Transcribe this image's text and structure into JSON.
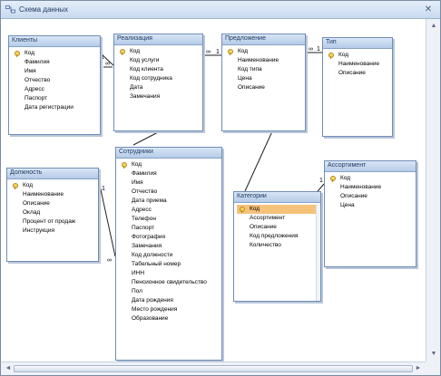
{
  "window": {
    "title": "Схема данных",
    "close_glyph": "✕"
  },
  "tables": [
    {
      "id": "clients",
      "title": "Клиенты",
      "fields": [
        {
          "name": "Код",
          "key": true
        },
        {
          "name": "Фамилия"
        },
        {
          "name": "Имя"
        },
        {
          "name": "Отчество"
        },
        {
          "name": "Адресс"
        },
        {
          "name": "Паспорт"
        },
        {
          "name": "Дата регистрации"
        }
      ]
    },
    {
      "id": "sales",
      "title": "Реализация",
      "fields": [
        {
          "name": "Код",
          "key": true
        },
        {
          "name": "Код услуги"
        },
        {
          "name": "Код клиента"
        },
        {
          "name": "Код сотрудника"
        },
        {
          "name": "Дата"
        },
        {
          "name": "Замечания"
        }
      ]
    },
    {
      "id": "offer",
      "title": "Предложение",
      "fields": [
        {
          "name": "Код",
          "key": true
        },
        {
          "name": "Наименование"
        },
        {
          "name": "Код типа"
        },
        {
          "name": "Цена"
        },
        {
          "name": "Описание"
        }
      ]
    },
    {
      "id": "type",
      "title": "Тип",
      "fields": [
        {
          "name": "Код",
          "key": true
        },
        {
          "name": "Наименование"
        },
        {
          "name": "Описание"
        }
      ]
    },
    {
      "id": "position",
      "title": "Должность",
      "fields": [
        {
          "name": "Код",
          "key": true
        },
        {
          "name": "Наименование"
        },
        {
          "name": "Описание"
        },
        {
          "name": "Оклад"
        },
        {
          "name": "Процент от продаж"
        },
        {
          "name": "Инструкция"
        }
      ]
    },
    {
      "id": "staff",
      "title": "Сотрудники",
      "fields": [
        {
          "name": "Код",
          "key": true
        },
        {
          "name": "Фамилия"
        },
        {
          "name": "Имя"
        },
        {
          "name": "Отчество"
        },
        {
          "name": "Дата приема"
        },
        {
          "name": "Адресс"
        },
        {
          "name": "Телефон"
        },
        {
          "name": "Паспорт"
        },
        {
          "name": "Фотография"
        },
        {
          "name": "Замечания"
        },
        {
          "name": "Код должности"
        },
        {
          "name": "Табельный номер"
        },
        {
          "name": "ИНН"
        },
        {
          "name": "Пенсионное свидетельство"
        },
        {
          "name": "Пол"
        },
        {
          "name": "Дата рождения"
        },
        {
          "name": "Место рождения"
        },
        {
          "name": "Образование"
        }
      ]
    },
    {
      "id": "categories",
      "title": "Категории",
      "fields": [
        {
          "name": "Код",
          "key": true,
          "selected": true
        },
        {
          "name": "Ассортимент"
        },
        {
          "name": "Описание"
        },
        {
          "name": "Код предложения"
        },
        {
          "name": "Количество"
        }
      ]
    },
    {
      "id": "assortment",
      "title": "Ассортимент",
      "fields": [
        {
          "name": "Код",
          "key": true
        },
        {
          "name": "Наименование"
        },
        {
          "name": "Описание"
        },
        {
          "name": "Цена"
        }
      ]
    }
  ],
  "relationships": [
    {
      "from": "clients",
      "to": "sales",
      "from_label": "1",
      "to_label": "∞"
    },
    {
      "from": "sales",
      "to": "offer",
      "from_label": "∞",
      "to_label": "1"
    },
    {
      "from": "offer",
      "to": "type",
      "from_label": "∞",
      "to_label": "1"
    },
    {
      "from": "position",
      "to": "staff",
      "from_label": "1",
      "to_label": "∞"
    },
    {
      "from": "sales",
      "to": "staff",
      "from_label": "",
      "to_label": ""
    },
    {
      "from": "offer",
      "to": "categories",
      "from_label": "",
      "to_label": ""
    },
    {
      "from": "assortment",
      "to": "categories",
      "from_label": "1",
      "to_label": "∞"
    }
  ],
  "scroll": {
    "up": "▲",
    "down": "▼",
    "left": "◄",
    "right": "►"
  }
}
